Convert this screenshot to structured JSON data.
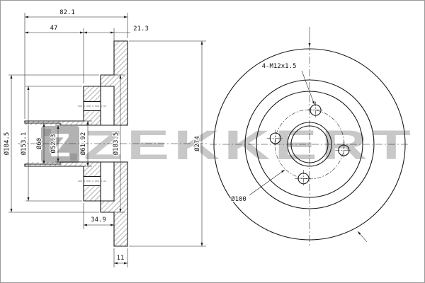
{
  "drawing": {
    "colors": {
      "line": "#1a1a1a",
      "watermark_text": "#c8c8c8",
      "watermark_logo": "#b2b2b2",
      "watermark_logo_dark": "#9a9a9a"
    },
    "watermark": {
      "brand": "ZEKKERT",
      "logo_letter": "Z"
    },
    "section_view": {
      "dim_total_width": "82.1",
      "dim_hub_length": "47",
      "dim_hat_depth": "21.3",
      "dim_flange_dia": "Ø184.5",
      "dim_pilot_dia": "Ø153.1",
      "dim_bore_step_dia": "Ø60",
      "dim_centre_bore_dia": "Ø52.3",
      "dim_hub_dia": "Ø61.92",
      "dim_inner_band_dia": "Ø183.5",
      "dim_outer_dia": "Ø274",
      "dim_mount_offset": "34.9",
      "dim_disc_thickness": "11"
    },
    "front_view": {
      "bolt_holes_spec": "4-M12x1.5",
      "bolt_circle_dia": "Ø100"
    }
  }
}
